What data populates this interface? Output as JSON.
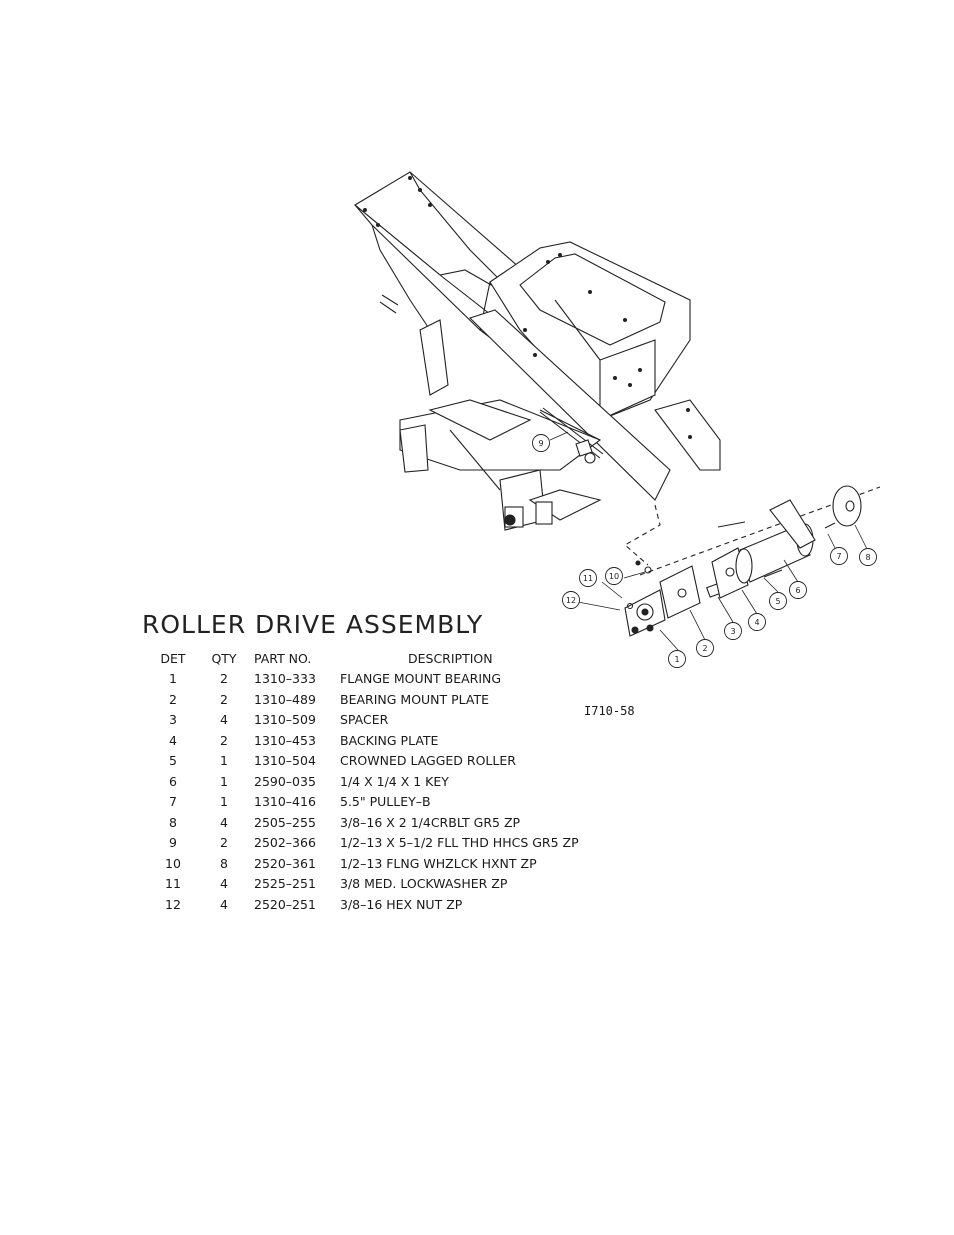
{
  "title": "ROLLER DRIVE ASSEMBLY",
  "drawing_number": "I710-58",
  "table": {
    "headers": {
      "det": "DET",
      "qty": "QTY",
      "part": "PART NO.",
      "description": "DESCRIPTION"
    },
    "rows": [
      {
        "det": "1",
        "qty": "2",
        "part": "1310–333",
        "description": "FLANGE MOUNT BEARING"
      },
      {
        "det": "2",
        "qty": "2",
        "part": "1310–489",
        "description": "BEARING MOUNT PLATE"
      },
      {
        "det": "3",
        "qty": "4",
        "part": "1310–509",
        "description": "SPACER"
      },
      {
        "det": "4",
        "qty": "2",
        "part": "1310–453",
        "description": "BACKING PLATE"
      },
      {
        "det": "5",
        "qty": "1",
        "part": "1310–504",
        "description": "CROWNED LAGGED ROLLER"
      },
      {
        "det": "6",
        "qty": "1",
        "part": "2590–035",
        "description": "1/4 X 1/4 X 1 KEY"
      },
      {
        "det": "7",
        "qty": "1",
        "part": "1310–416",
        "description": "5.5\" PULLEY–B"
      },
      {
        "det": "8",
        "qty": "4",
        "part": "2505–255",
        "description": "3/8–16 X 2 1/4CRBLT GR5 ZP"
      },
      {
        "det": "9",
        "qty": "2",
        "part": "2502–366",
        "description": "1/2–13 X 5–1/2 FLL THD HHCS GR5 ZP"
      },
      {
        "det": "10",
        "qty": "8",
        "part": "2520–361",
        "description": "1/2–13 FLNG WHZLCK HXNT ZP"
      },
      {
        "det": "11",
        "qty": "4",
        "part": "2525–251",
        "description": "3/8 MED. LOCKWASHER ZP"
      },
      {
        "det": "12",
        "qty": "4",
        "part": "2520–251",
        "description": "3/8–16 HEX NUT ZP"
      }
    ]
  },
  "callouts": [
    "1",
    "2",
    "3",
    "4",
    "5",
    "6",
    "7",
    "8",
    "9",
    "10",
    "11",
    "12"
  ]
}
